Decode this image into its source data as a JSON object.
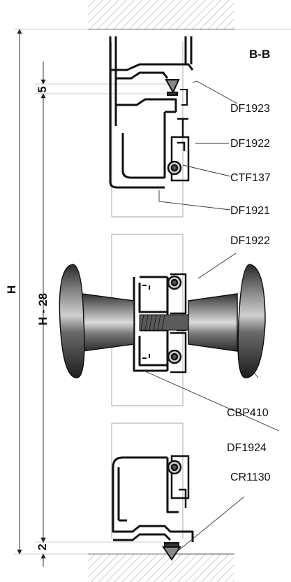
{
  "section_label": "B-B",
  "callouts": {
    "df1923": "DF1923",
    "df1922_top": "DF1922",
    "ctf137": "CTF137",
    "df1921": "DF1921",
    "df1922_mid": "DF1922",
    "cbp410": "CBP410",
    "df1924": "DF1924",
    "cr1130": "CR1130"
  },
  "dimensions": {
    "total_height": "H",
    "inner_height": "H - 28",
    "top_gap": "5",
    "bottom_gap": "2"
  },
  "colors": {
    "line": "#222222",
    "profile_fill": "#ffffff",
    "handle_dark": "#3a3a3a",
    "handle_mid": "#7a7a7a",
    "handle_light": "#c8c8c8",
    "hatch": "#9a9a9a"
  }
}
